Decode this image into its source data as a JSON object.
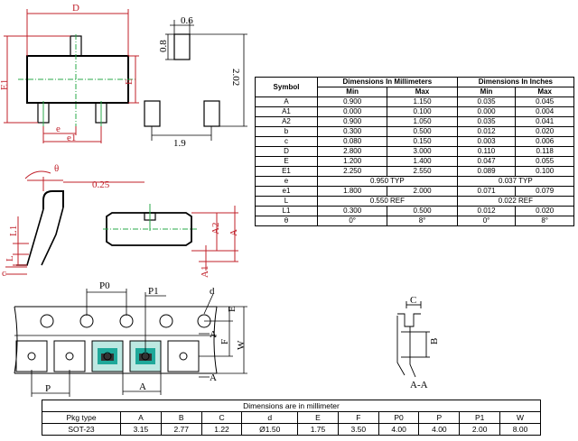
{
  "package_drawing": {
    "labels": {
      "D": "D",
      "E1": "E1",
      "E": "E",
      "e": "e",
      "e1": "e1",
      "dim_06": "0.6",
      "dim_08": "0.8",
      "dim_202": "2.02",
      "dim_19": "1.9"
    }
  },
  "side_drawing": {
    "labels": {
      "theta": "θ",
      "dim_025": "0.25",
      "L1": "L1",
      "L": "L",
      "c": "c",
      "A2": "A2",
      "A": "A",
      "A1": "A1"
    }
  },
  "tape_drawing": {
    "labels": {
      "P0": "P0",
      "P1": "P1",
      "d": "d",
      "E": "E",
      "F": "F",
      "W": "W",
      "P": "P",
      "A": "A",
      "A_marker": "A",
      "A_marker2": "A"
    }
  },
  "section_drawing": {
    "labels": {
      "C": "C",
      "B": "B",
      "caption": "A-A"
    }
  },
  "dimension_table": {
    "headers": {
      "symbol": "Symbol",
      "mm": "Dimensions In Millimeters",
      "inch": "Dimensions In Inches",
      "min": "Min",
      "max": "Max"
    },
    "rows": [
      {
        "symbol": "A",
        "mm_min": "0.900",
        "mm_max": "1.150",
        "in_min": "0.035",
        "in_max": "0.045"
      },
      {
        "symbol": "A1",
        "mm_min": "0.000",
        "mm_max": "0.100",
        "in_min": "0.000",
        "in_max": "0.004"
      },
      {
        "symbol": "A2",
        "mm_min": "0.900",
        "mm_max": "1.050",
        "in_min": "0.035",
        "in_max": "0.041"
      },
      {
        "symbol": "b",
        "mm_min": "0.300",
        "mm_max": "0.500",
        "in_min": "0.012",
        "in_max": "0.020"
      },
      {
        "symbol": "c",
        "mm_min": "0.080",
        "mm_max": "0.150",
        "in_min": "0.003",
        "in_max": "0.006"
      },
      {
        "symbol": "D",
        "mm_min": "2.800",
        "mm_max": "3.000",
        "in_min": "0.110",
        "in_max": "0.118"
      },
      {
        "symbol": "E",
        "mm_min": "1.200",
        "mm_max": "1.400",
        "in_min": "0.047",
        "in_max": "0.055"
      },
      {
        "symbol": "E1",
        "mm_min": "2.250",
        "mm_max": "2.550",
        "in_min": "0.089",
        "in_max": "0.100"
      },
      {
        "symbol": "e",
        "mm_span": "0.950 TYP",
        "in_span": "0.037 TYP"
      },
      {
        "symbol": "e1",
        "mm_min": "1.800",
        "mm_max": "2.000",
        "in_min": "0.071",
        "in_max": "0.079"
      },
      {
        "symbol": "L",
        "mm_span": "0.550 REF",
        "in_span": "0.022 REF"
      },
      {
        "symbol": "L1",
        "mm_min": "0.300",
        "mm_max": "0.500",
        "in_min": "0.012",
        "in_max": "0.020"
      },
      {
        "symbol": "θ",
        "mm_min": "0°",
        "mm_max": "8°",
        "in_min": "0°",
        "in_max": "8°"
      }
    ]
  },
  "tape_table": {
    "title": "Dimensions are in millimeter",
    "headers": [
      "Pkg type",
      "A",
      "B",
      "C",
      "d",
      "E",
      "F",
      "P0",
      "P",
      "P1",
      "W"
    ],
    "values": [
      "SOT-23",
      "3.15",
      "2.77",
      "1.22",
      "Ø1.50",
      "1.75",
      "3.50",
      "4.00",
      "4.00",
      "2.00",
      "8.00"
    ]
  },
  "colors": {
    "outline": "#000000",
    "dimension": "#c0202a",
    "centerline": "#2aa84a",
    "pocket": "#1fa89a"
  }
}
